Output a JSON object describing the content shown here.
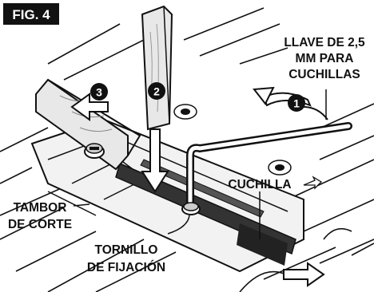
{
  "figure": {
    "label": "FIG. 4"
  },
  "labels": {
    "wrench": "LLAVE DE 2,5 MM PARA CUCHILLAS",
    "wrench_lines": [
      "LLAVE DE 2,5",
      "MM PARA",
      "CUCHILLAS"
    ],
    "blade": "CUCHILLA",
    "drum_lines": [
      "TAMBOR",
      "DE CORTE"
    ],
    "screw_lines": [
      "TORNILLO",
      "DE FIJACIÓN"
    ]
  },
  "steps": [
    "1",
    "2",
    "3"
  ],
  "colors": {
    "ink": "#111111",
    "paper": "#ffffff",
    "shade": "#d8d8d8",
    "badge": "#111111"
  }
}
